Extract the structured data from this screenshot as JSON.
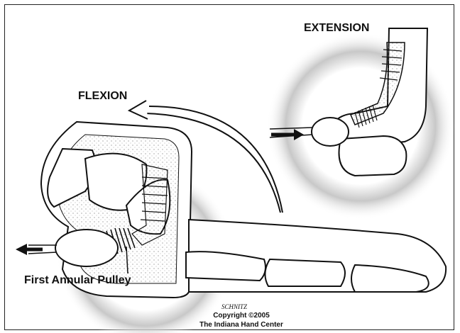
{
  "labels": {
    "extension": "EXTENSION",
    "flexion": "FLEXION",
    "pulley": "First Annular Pulley"
  },
  "credit": {
    "signature": "SCHNITZ",
    "copyright": "Copyright ©2005",
    "owner": "The Indiana Hand Center"
  },
  "colors": {
    "ink": "#111111",
    "stipple": "#9a9a9a",
    "background": "#ffffff"
  }
}
